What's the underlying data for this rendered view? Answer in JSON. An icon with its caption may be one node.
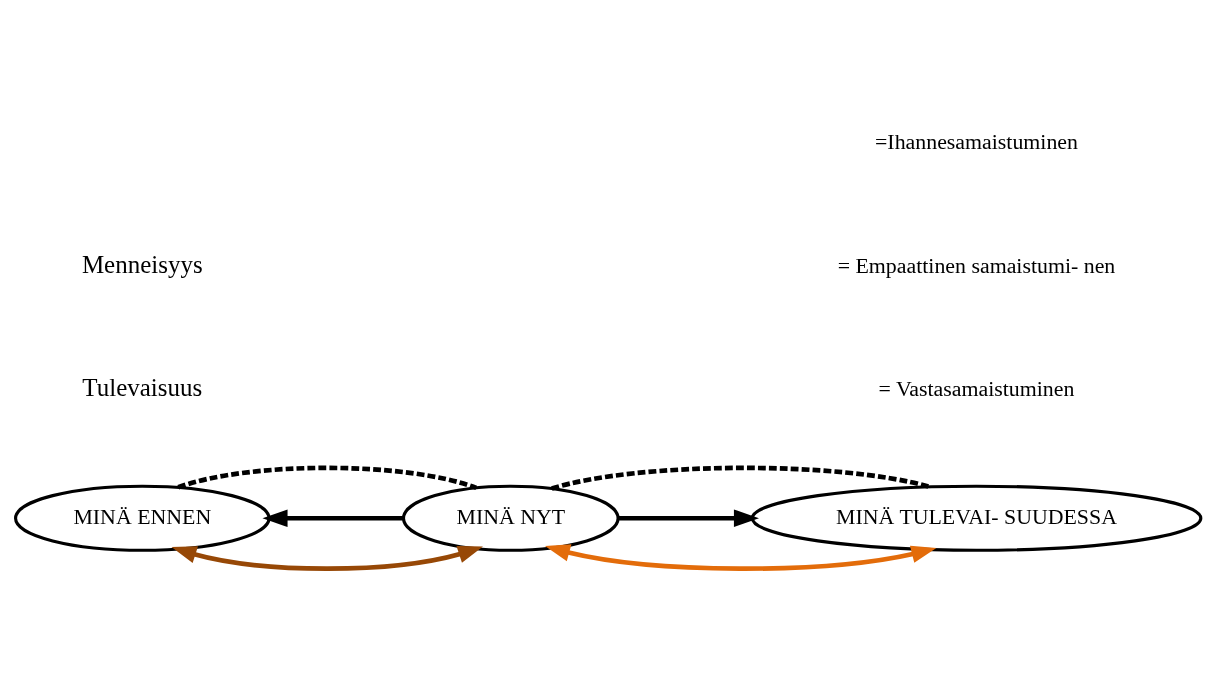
{
  "diagram": {
    "nodes": [
      {
        "text": [
          "MINÄ TULEVAI- SUUDESSA"
        ]
      },
      {
        "text": [
          "MINÄ NYT"
        ]
      },
      {
        "text": [
          "MINÄ ENNEN"
        ]
      }
    ],
    "edges": [
      {
        "from": 1,
        "to": 0,
        "arrow": "both",
        "color": "#e36c0a"
      },
      {
        "from": 1,
        "to": 0,
        "arrow": "to"
      },
      {
        "from": 0,
        "to": 1,
        "arrow": "none",
        "style": "dashed"
      },
      {
        "from": 2,
        "to": 1,
        "arrow": "both",
        "color": "#974806"
      },
      {
        "from": 1,
        "to": 2,
        "arrow": "to"
      },
      {
        "from": 1,
        "to": 2,
        "arrow": "none",
        "style": "dashed"
      }
    ],
    "labels": [
      "Tulevaisuus",
      "Menneisyys"
    ],
    "legend": [
      {
        "text": "=Ihannesamaistuminen"
      },
      {
        "text": "= Empaattinen samaistumi- nen"
      },
      {
        "text": "= Vastasamaistuminen"
      }
    ]
  }
}
